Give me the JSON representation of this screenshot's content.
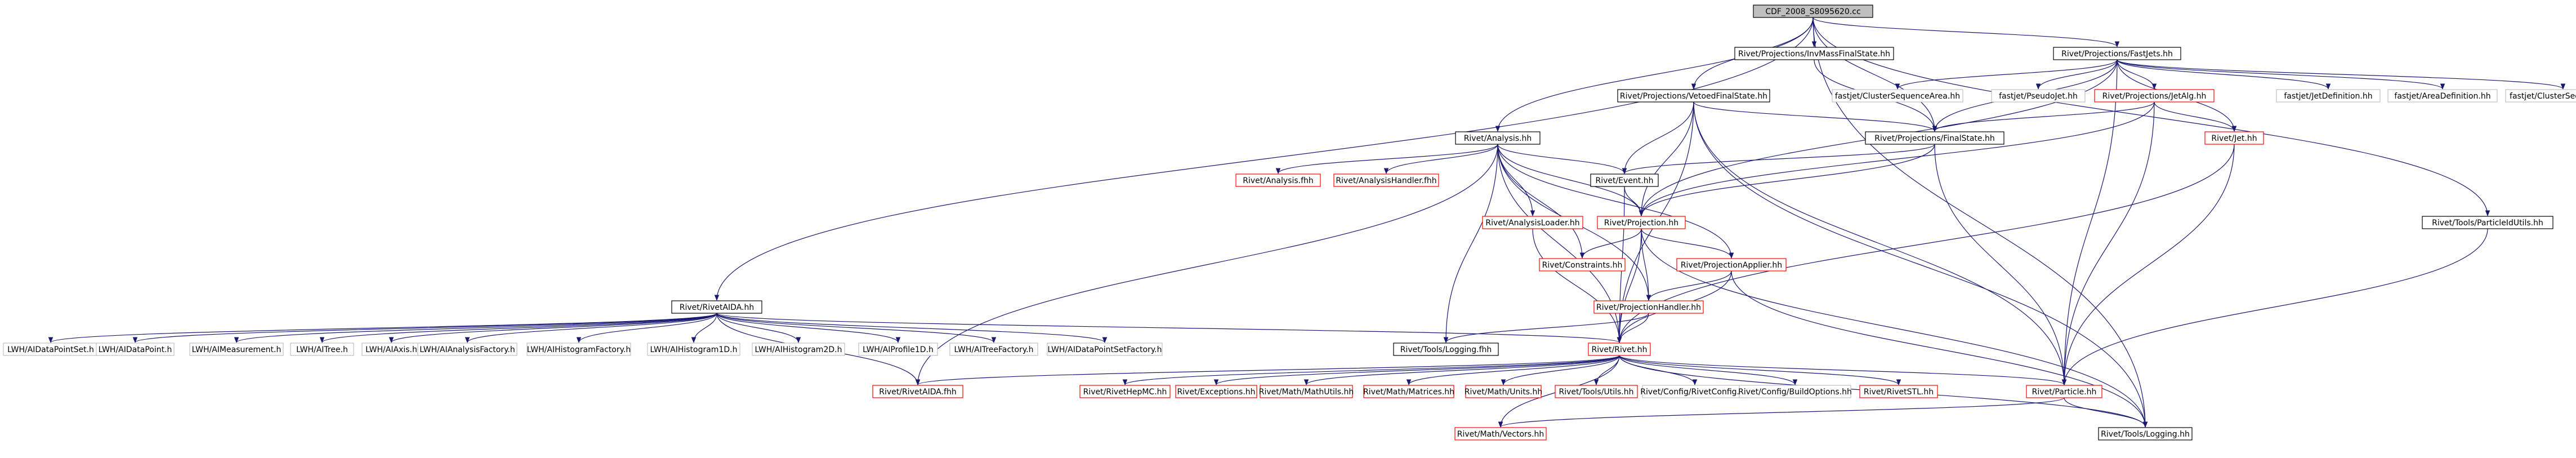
{
  "colors": {
    "edge": "#191970",
    "box_black": "#000000",
    "box_red": "#ff0000",
    "box_gray": "#c0c0c0",
    "root_fill": "#bfbfbf"
  },
  "nodes": [
    {
      "id": "cdf",
      "label": "CDF_2008_S8095620.cc",
      "style": "root"
    },
    {
      "id": "invmass",
      "label": "Rivet/Projections/InvMassFinalState.hh",
      "style": "black"
    },
    {
      "id": "fastjets",
      "label": "Rivet/Projections/FastJets.hh",
      "style": "black"
    },
    {
      "id": "vetoed",
      "label": "Rivet/Projections/VetoedFinalState.hh",
      "style": "black"
    },
    {
      "id": "fjcsa",
      "label": "fastjet/ClusterSequenceArea.hh",
      "style": "gray"
    },
    {
      "id": "fjpj",
      "label": "fastjet/PseudoJet.hh",
      "style": "gray"
    },
    {
      "id": "jetalg",
      "label": "Rivet/Projections/JetAlg.hh",
      "style": "red"
    },
    {
      "id": "fjjd",
      "label": "fastjet/JetDefinition.hh",
      "style": "gray"
    },
    {
      "id": "fjad",
      "label": "fastjet/AreaDefinition.hh",
      "style": "gray"
    },
    {
      "id": "fjcs",
      "label": "fastjet/ClusterSequence.hh",
      "style": "gray"
    },
    {
      "id": "analysis",
      "label": "Rivet/Analysis.hh",
      "style": "black"
    },
    {
      "id": "finalstate",
      "label": "Rivet/Projections/FinalState.hh",
      "style": "black"
    },
    {
      "id": "jet",
      "label": "Rivet/Jet.hh",
      "style": "red"
    },
    {
      "id": "analysisfhh",
      "label": "Rivet/Analysis.fhh",
      "style": "red"
    },
    {
      "id": "analysishandler",
      "label": "Rivet/AnalysisHandler.fhh",
      "style": "red"
    },
    {
      "id": "event",
      "label": "Rivet/Event.hh",
      "style": "black"
    },
    {
      "id": "projection",
      "label": "Rivet/Projection.hh",
      "style": "red"
    },
    {
      "id": "analysisloader",
      "label": "Rivet/AnalysisLoader.hh",
      "style": "red"
    },
    {
      "id": "particleidutils",
      "label": "Rivet/Tools/ParticleIdUtils.hh",
      "style": "black"
    },
    {
      "id": "constraints",
      "label": "Rivet/Constraints.hh",
      "style": "red"
    },
    {
      "id": "projapplier",
      "label": "Rivet/ProjectionApplier.hh",
      "style": "red"
    },
    {
      "id": "rivetaida",
      "label": "Rivet/RivetAIDA.hh",
      "style": "black"
    },
    {
      "id": "projhandler",
      "label": "Rivet/ProjectionHandler.hh",
      "style": "red"
    },
    {
      "id": "lwh_dps",
      "label": "LWH/AIDataPointSet.h",
      "style": "gray"
    },
    {
      "id": "lwh_dp",
      "label": "LWH/AIDataPoint.h",
      "style": "gray"
    },
    {
      "id": "lwh_meas",
      "label": "LWH/AIMeasurement.h",
      "style": "gray"
    },
    {
      "id": "lwh_tree",
      "label": "LWH/AITree.h",
      "style": "gray"
    },
    {
      "id": "lwh_axis",
      "label": "LWH/AIAxis.h",
      "style": "gray"
    },
    {
      "id": "lwh_af",
      "label": "LWH/AIAnalysisFactory.h",
      "style": "gray"
    },
    {
      "id": "lwh_hf",
      "label": "LWH/AIHistogramFactory.h",
      "style": "gray"
    },
    {
      "id": "lwh_h1",
      "label": "LWH/AIHistogram1D.h",
      "style": "gray"
    },
    {
      "id": "lwh_h2",
      "label": "LWH/AIHistogram2D.h",
      "style": "gray"
    },
    {
      "id": "lwh_p1",
      "label": "LWH/AIProfile1D.h",
      "style": "gray"
    },
    {
      "id": "lwh_tf",
      "label": "LWH/AITreeFactory.h",
      "style": "gray"
    },
    {
      "id": "lwh_dpsf",
      "label": "LWH/AIDataPointSetFactory.h",
      "style": "gray"
    },
    {
      "id": "loggingfhh",
      "label": "Rivet/Tools/Logging.fhh",
      "style": "black"
    },
    {
      "id": "rivethh",
      "label": "Rivet/Rivet.hh",
      "style": "red"
    },
    {
      "id": "rivetaidafhh",
      "label": "Rivet/RivetAIDA.fhh",
      "style": "red"
    },
    {
      "id": "rivethepmc",
      "label": "Rivet/RivetHepMC.hh",
      "style": "red"
    },
    {
      "id": "exceptions",
      "label": "Rivet/Exceptions.hh",
      "style": "red"
    },
    {
      "id": "mathutils",
      "label": "Rivet/Math/MathUtils.hh",
      "style": "red"
    },
    {
      "id": "matrices",
      "label": "Rivet/Math/Matrices.hh",
      "style": "red"
    },
    {
      "id": "units",
      "label": "Rivet/Math/Units.hh",
      "style": "red"
    },
    {
      "id": "toolsutils",
      "label": "Rivet/Tools/Utils.hh",
      "style": "red"
    },
    {
      "id": "rivetconfig",
      "label": "Rivet/Config/RivetConfig.hh",
      "style": "gray"
    },
    {
      "id": "buildoptions",
      "label": "Rivet/Config/BuildOptions.hh",
      "style": "gray"
    },
    {
      "id": "rivetstl",
      "label": "Rivet/RivetSTL.hh",
      "style": "red"
    },
    {
      "id": "particle",
      "label": "Rivet/Particle.hh",
      "style": "red"
    },
    {
      "id": "vectors",
      "label": "Rivet/Math/Vectors.hh",
      "style": "red"
    },
    {
      "id": "logging",
      "label": "Rivet/Tools/Logging.hh",
      "style": "black"
    }
  ]
}
